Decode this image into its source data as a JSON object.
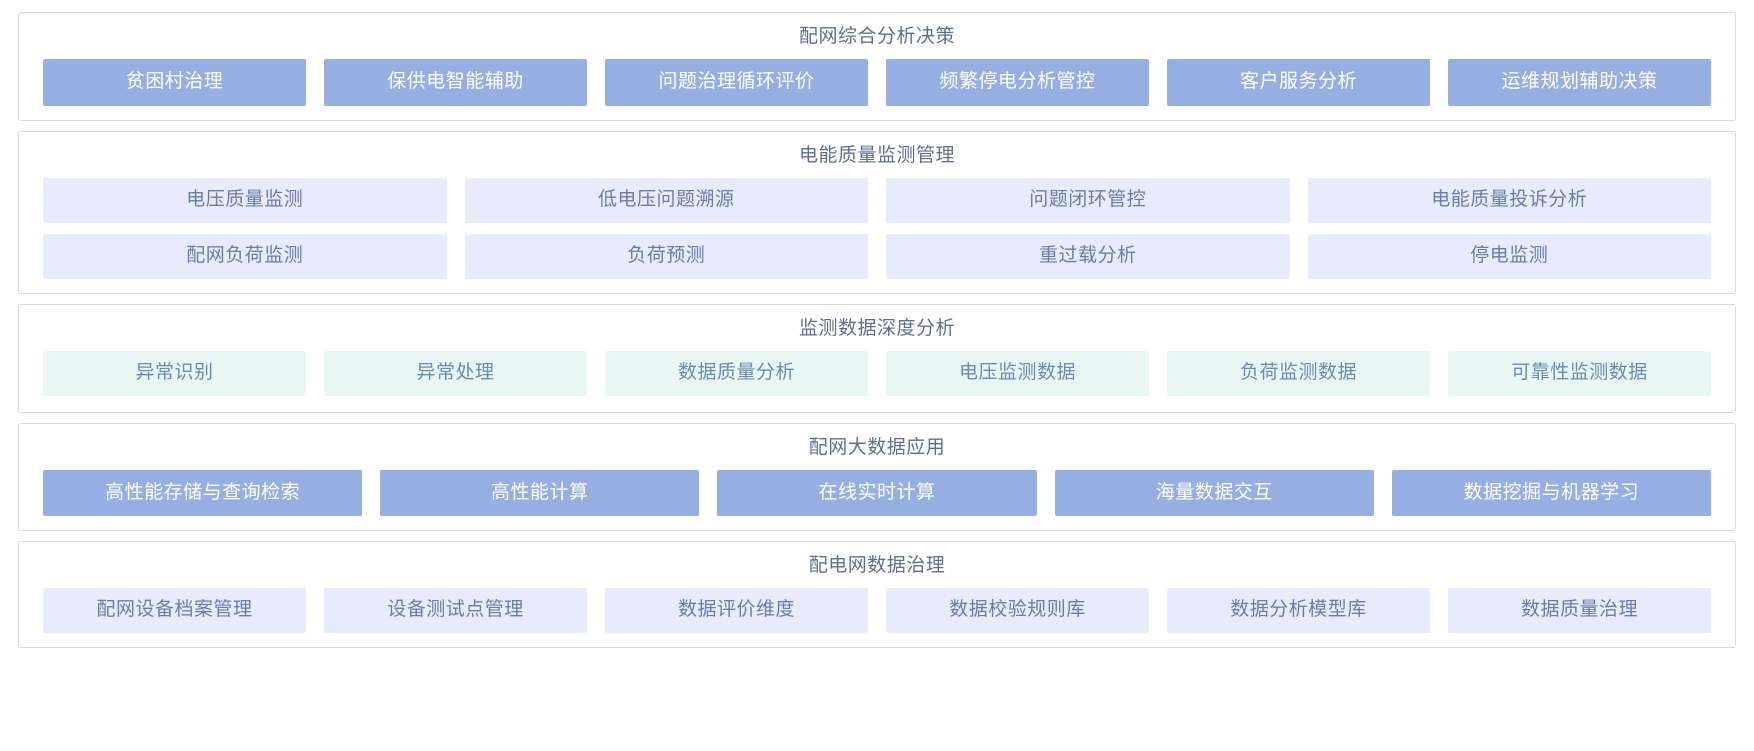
{
  "colors": {
    "panel_border": "#d9d9d9",
    "page_background": "#ffffff",
    "solid_blue": "#97aee3",
    "solid_blue_text": "#ffffff",
    "pale_lavender": "#e7ebfb",
    "pale_lavender_text": "#6b7cab",
    "pale_mint": "#e8f7f3",
    "pale_mint_text": "#6b8ab4",
    "title_text": "#5e6e93"
  },
  "sections": [
    {
      "title": "配网综合分析决策",
      "style": "solid-blue",
      "rows": [
        {
          "tiles": [
            {
              "label": "贫困村治理"
            },
            {
              "label": "保供电智能辅助"
            },
            {
              "label": "问题治理循环评价"
            },
            {
              "label": "频繁停电分析管控"
            },
            {
              "label": "客户服务分析"
            },
            {
              "label": "运维规划辅助决策"
            }
          ]
        }
      ]
    },
    {
      "title": "电能质量监测管理",
      "style": "pale-lavender",
      "rows": [
        {
          "tiles": [
            {
              "label": "电压质量监测"
            },
            {
              "label": "低电压问题溯源"
            },
            {
              "label": "问题闭环管控"
            },
            {
              "label": "电能质量投诉分析"
            }
          ]
        },
        {
          "tiles": [
            {
              "label": "配网负荷监测"
            },
            {
              "label": "负荷预测"
            },
            {
              "label": "重过载分析"
            },
            {
              "label": "停电监测"
            }
          ]
        }
      ]
    },
    {
      "title": "监测数据深度分析",
      "style": "pale-mint",
      "rows": [
        {
          "tiles": [
            {
              "label": "异常识别"
            },
            {
              "label": "异常处理"
            },
            {
              "label": "数据质量分析"
            },
            {
              "label": "电压监测数据"
            },
            {
              "label": "负荷监测数据"
            },
            {
              "label": "可靠性监测数据"
            }
          ]
        }
      ]
    },
    {
      "title": "配网大数据应用",
      "style": "solid-blue",
      "rows": [
        {
          "tiles": [
            {
              "label": "高性能存储与查询检索"
            },
            {
              "label": "高性能计算"
            },
            {
              "label": "在线实时计算"
            },
            {
              "label": "海量数据交互"
            },
            {
              "label": "数据挖掘与机器学习"
            }
          ]
        }
      ]
    },
    {
      "title": "配电网数据治理",
      "style": "pale-lavender",
      "rows": [
        {
          "tiles": [
            {
              "label": "配网设备档案管理"
            },
            {
              "label": "设备测试点管理"
            },
            {
              "label": "数据评价维度"
            },
            {
              "label": "数据校验规则库"
            },
            {
              "label": "数据分析模型库"
            },
            {
              "label": "数据质量治理"
            }
          ]
        }
      ]
    }
  ]
}
